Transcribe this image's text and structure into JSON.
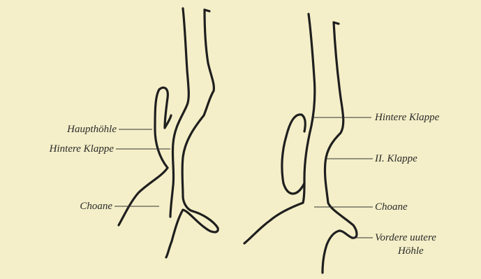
{
  "left_figure": {
    "labels": {
      "haupthoehle": "Haupthöhle",
      "hintere_klappe": "Hintere Klappe",
      "choane": "Choane"
    }
  },
  "right_figure": {
    "labels": {
      "hintere_klappe": "Hintere Klappe",
      "ii_klappe": "II. Klappe",
      "choane": "Choane",
      "vordere_untere_line1": "Vordere uutere",
      "vordere_untere_line2": "Höhle"
    }
  },
  "colors": {
    "background": "#f4efc8",
    "ink": "#1f1f1f"
  }
}
